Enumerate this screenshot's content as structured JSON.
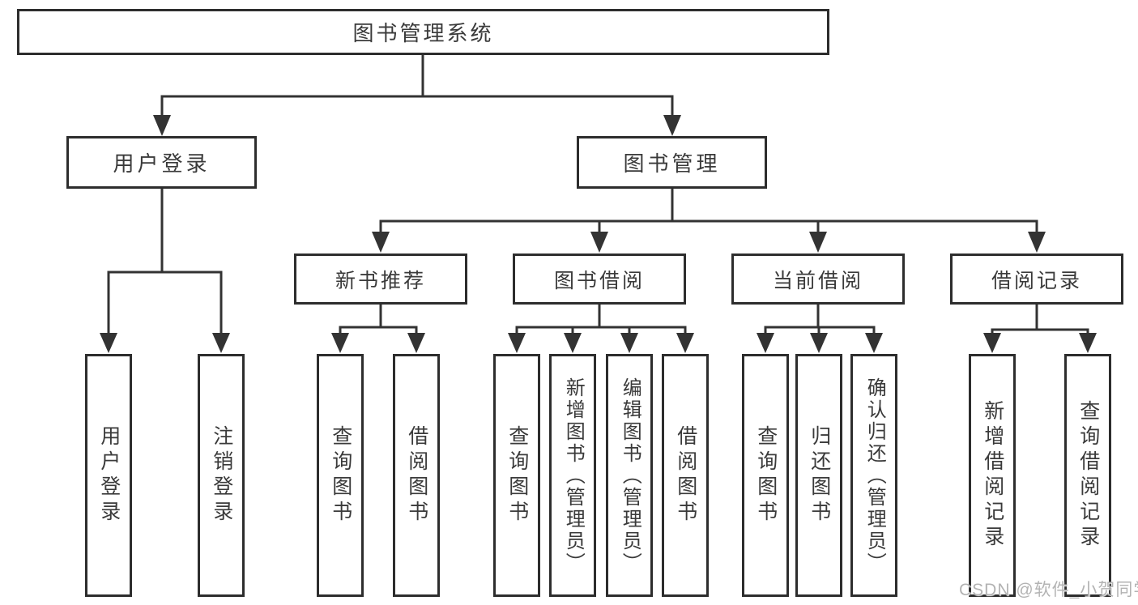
{
  "diagram_type": "tree-diagram",
  "colors": {
    "line": "#333333",
    "box_border": "#2d2d2d",
    "box_fill": "#ffffff",
    "text": "#3a3a3a",
    "watermark": "#b3b3b3",
    "background": "#ffffff"
  },
  "tree": {
    "label": "图书管理系统",
    "children": [
      {
        "label": "用户登录",
        "children": [
          {
            "label": "用户登录"
          },
          {
            "label": "注销登录"
          }
        ]
      },
      {
        "label": "图书管理",
        "children": [
          {
            "label": "新书推荐",
            "children": [
              {
                "label": "查询图书"
              },
              {
                "label": "借阅图书"
              }
            ]
          },
          {
            "label": "图书借阅",
            "children": [
              {
                "label": "查询图书"
              },
              {
                "label": "新增图书（管理员）"
              },
              {
                "label": "编辑图书（管理员）"
              },
              {
                "label": "借阅图书"
              }
            ]
          },
          {
            "label": "当前借阅",
            "children": [
              {
                "label": "查询图书"
              },
              {
                "label": "归还图书"
              },
              {
                "label": "确认归还（管理员）"
              }
            ]
          },
          {
            "label": "借阅记录",
            "children": [
              {
                "label": "新增借阅记录"
              },
              {
                "label": "查询借阅记录"
              }
            ]
          }
        ]
      }
    ]
  },
  "watermark": {
    "text": "CSDN @软件_小贺同学"
  }
}
